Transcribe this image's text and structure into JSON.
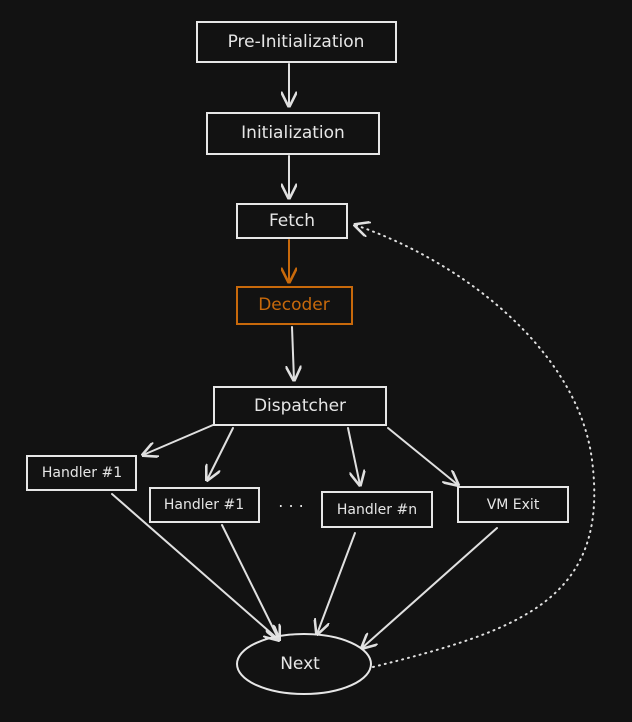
{
  "nodes": {
    "pre_init": "Pre-Initialization",
    "init": "Initialization",
    "fetch": "Fetch",
    "decoder": "Decoder",
    "dispatcher": "Dispatcher",
    "handler_a": "Handler #1",
    "handler_b": "Handler #1",
    "ellipsis": "· · ·",
    "handler_n": "Handler #n",
    "vm_exit": "VM Exit",
    "next": "Next"
  },
  "colors": {
    "stroke": "#e6e6e6",
    "highlight": "#c8690b",
    "background": "#121212"
  }
}
